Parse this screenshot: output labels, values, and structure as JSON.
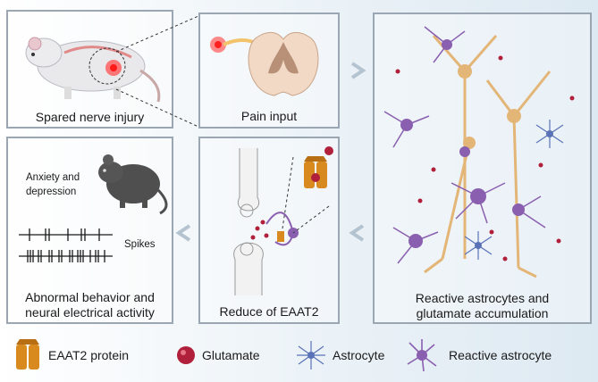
{
  "panels": {
    "sni": {
      "caption": "Spared nerve injury"
    },
    "pain": {
      "caption": "Pain input"
    },
    "reactive": {
      "caption_line1": "Reactive astrocytes and",
      "caption_line2": "glutamate accumulation"
    },
    "eaat2": {
      "caption": "Reduce of EAAT2"
    },
    "behavior": {
      "caption_line1": "Abnormal behavior and",
      "caption_line2": "neural electrical activity",
      "anxiety_line1": "Anxiety and",
      "anxiety_line2": "depression",
      "spikes_label": "Spikes"
    }
  },
  "legend": {
    "eaat2_protein": "EAAT2 protein",
    "glutamate": "Glutamate",
    "astrocyte": "Astrocyte",
    "reactive_astrocyte": "Reactive astrocyte"
  },
  "colors": {
    "panel_border": "#9aa6b2",
    "arrow": "#b4c3d0",
    "eaat2_orange": "#d98a1f",
    "glutamate_red": "#b0203a",
    "astrocyte_blue": "#5a72b8",
    "reactive_purple": "#8a5fb0",
    "neuron_tan": "#e3b677",
    "mouse_gray": "#4f4f4f"
  },
  "icons": [
    "rat-icon",
    "spinal-cord-icon",
    "astrocyte-network-icon",
    "synapse-icon",
    "mouse-icon",
    "spike-train-icon"
  ]
}
